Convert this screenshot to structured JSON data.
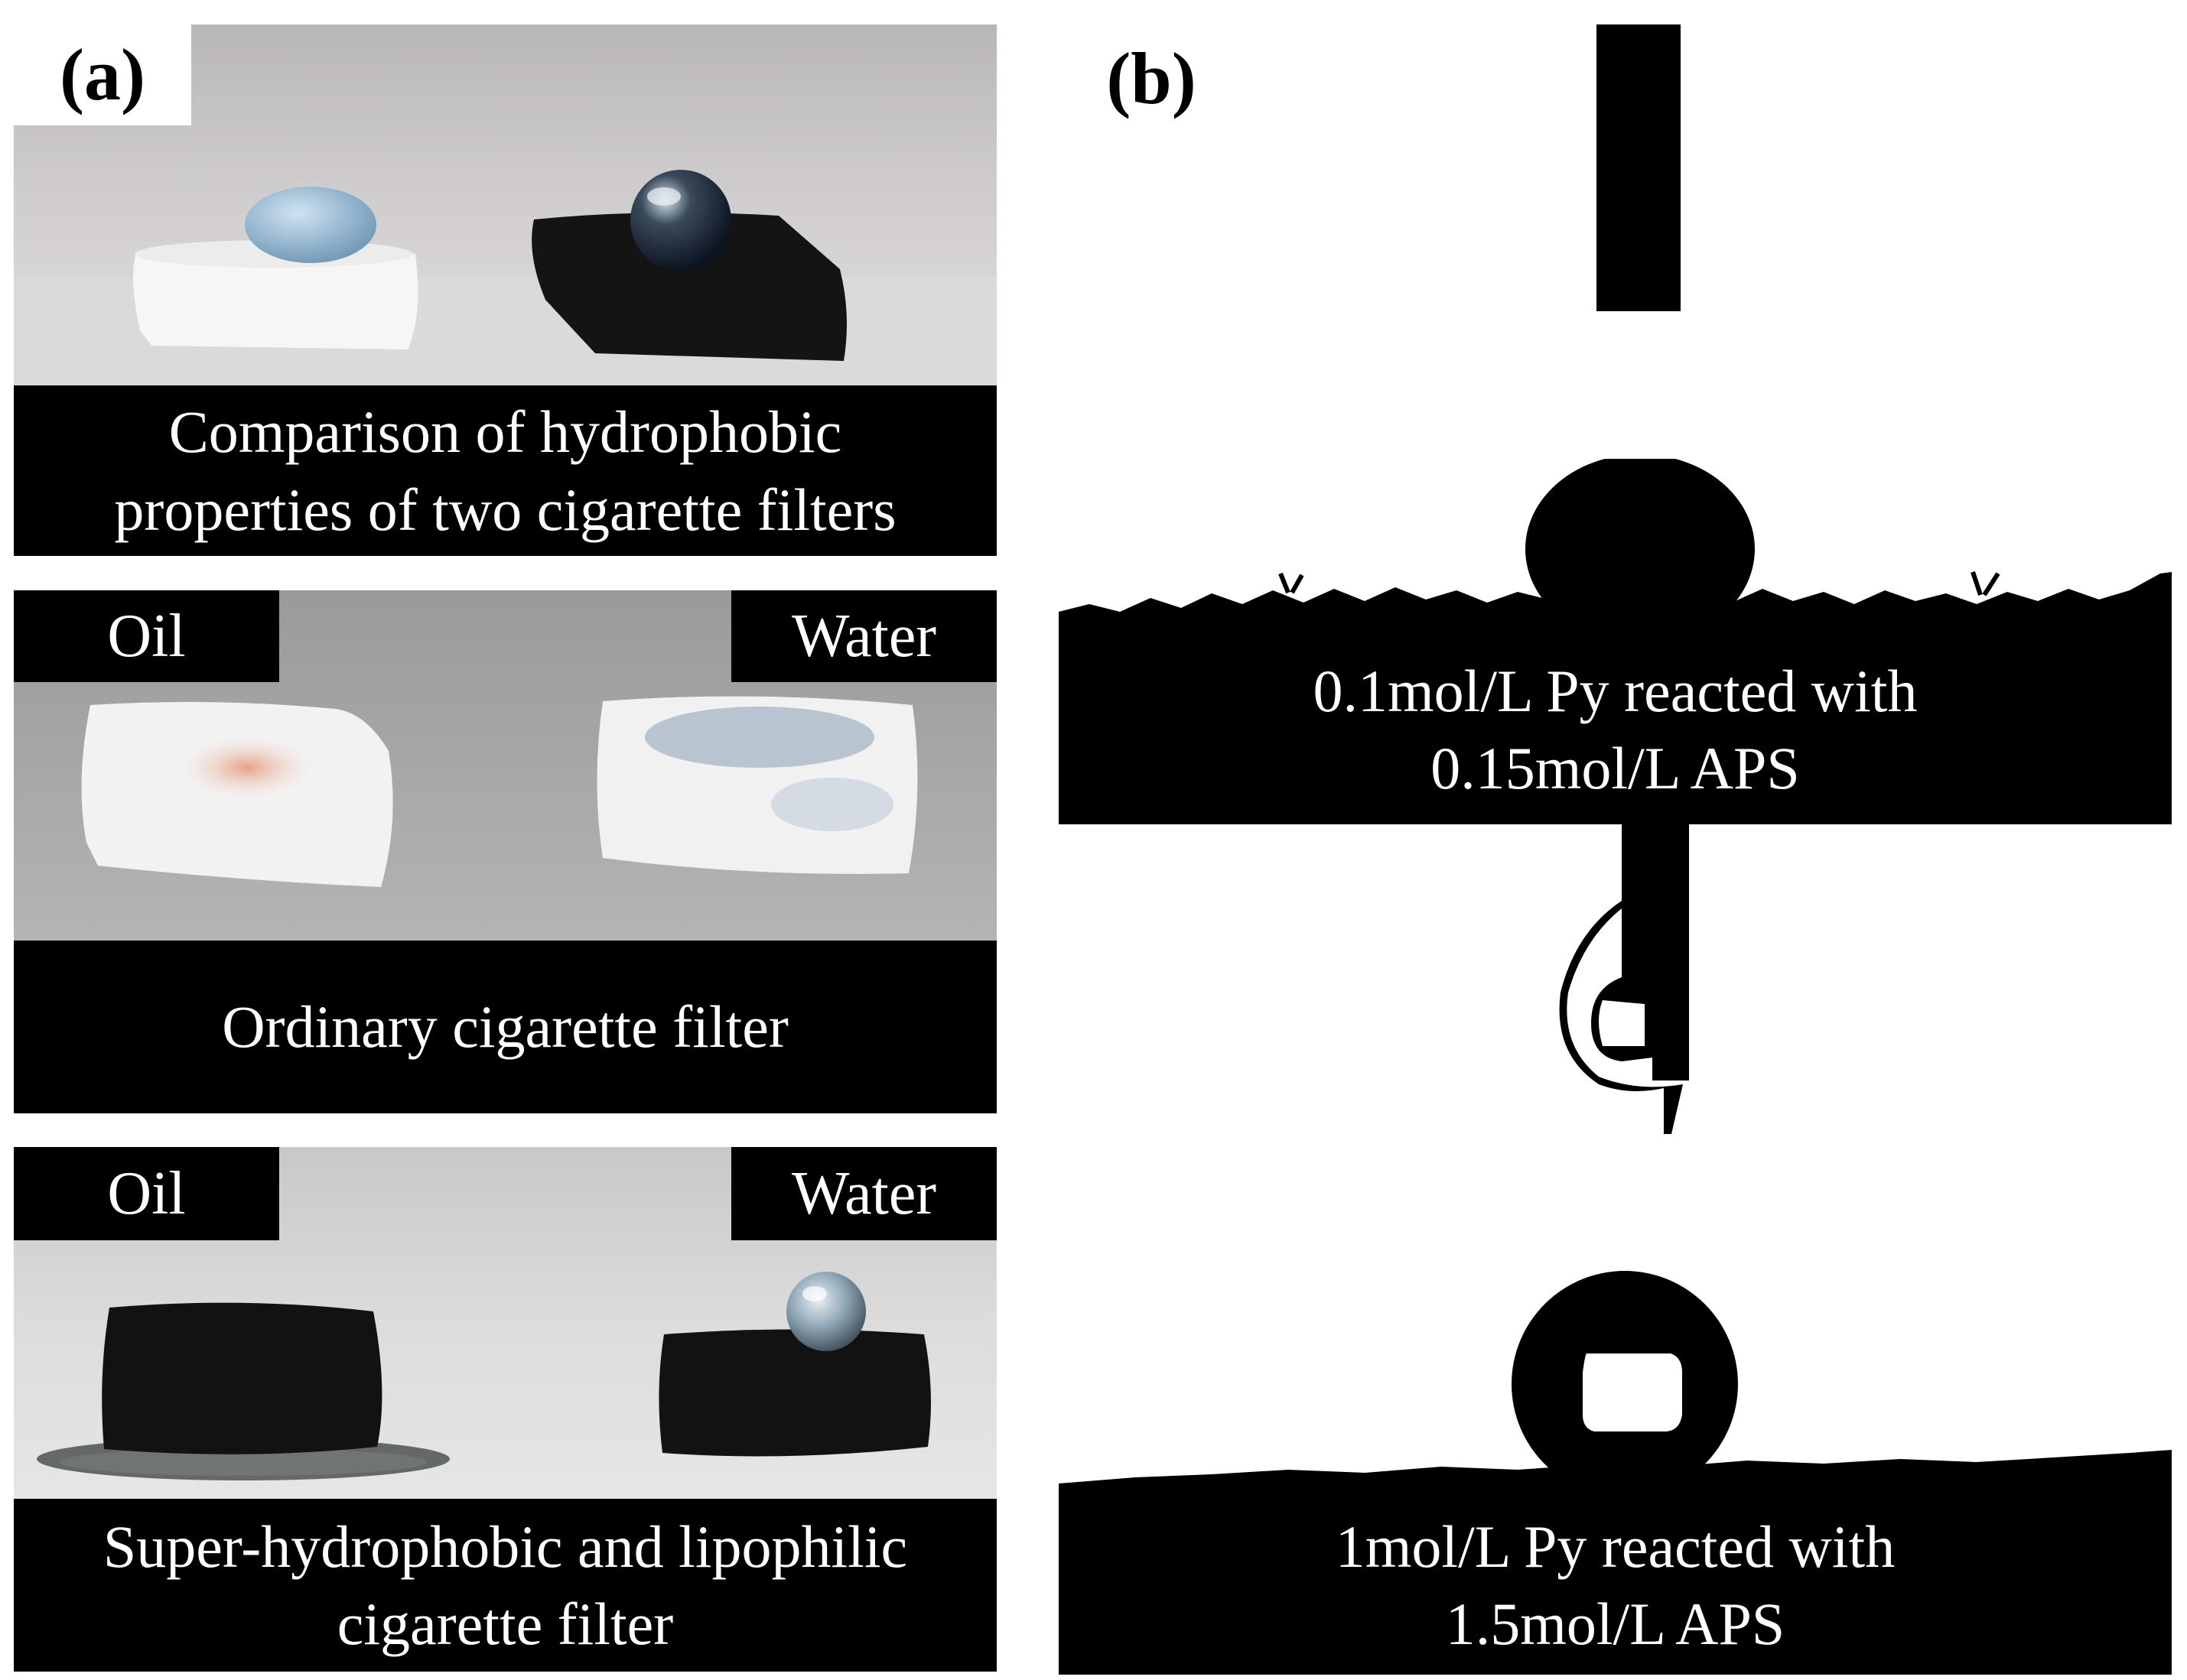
{
  "figure": {
    "panel_a": {
      "label": "(a)",
      "photo1": {
        "caption_line1": "Comparison of hydrophobic",
        "caption_line2": "properties of two cigarette filters"
      },
      "photo2": {
        "left_tag": "Oil",
        "right_tag": "Water",
        "caption": "Ordinary cigarette filter"
      },
      "photo3": {
        "left_tag": "Oil",
        "right_tag": "Water",
        "caption_line1": "Super-hydrophobic and lipophilic",
        "caption_line2": "cigarette filter"
      }
    },
    "panel_b": {
      "label": "(b)",
      "image1": {
        "caption_line1": "0.1mol/L Py reacted with",
        "caption_line2": "0.15mol/L APS"
      },
      "image2": {
        "caption_line1": "1mol/L Py reacted with",
        "caption_line2": "1.5mol/L APS"
      }
    },
    "colors": {
      "background": "#ffffff",
      "caption_bg": "#000000",
      "caption_text": "#ffffff"
    }
  }
}
